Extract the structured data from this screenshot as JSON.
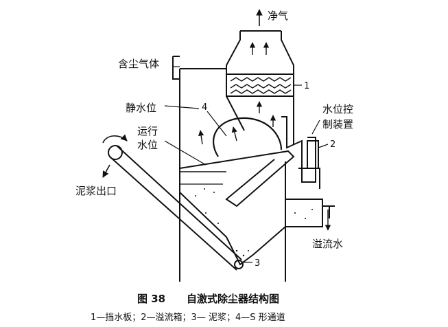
{
  "labels": {
    "clean_air": "净气",
    "dusty_gas": "含尘气体",
    "static_level": "静水位",
    "running_level_1": "运行",
    "running_level_2": "水位",
    "water_control_1": "水位控",
    "water_control_2": "制装置",
    "sludge_outlet": "泥浆出口",
    "overflow": "溢流水"
  },
  "numbers": {
    "n1": "1",
    "n2": "2",
    "n3": "3",
    "n4": "4"
  },
  "caption": {
    "figure": "图 38",
    "title": "自激式除尘器结构图"
  },
  "legend": "1—挡水板；2—溢流箱；3— 泥浆；4—S 形通道",
  "colors": {
    "ink": "#111111",
    "background": "#ffffff"
  }
}
